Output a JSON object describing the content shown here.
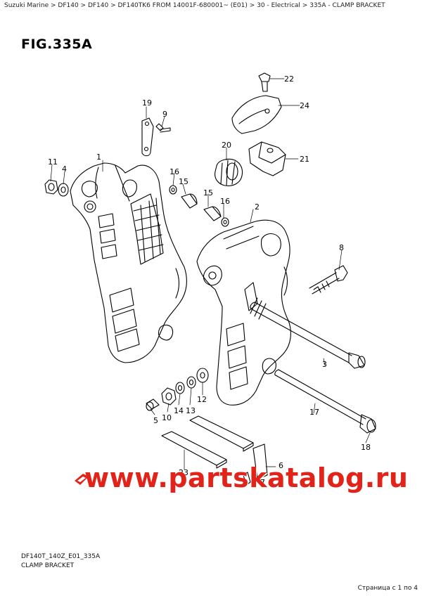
{
  "breadcrumb": "Suzuki Marine > DF140 > DF140 > DF140TK6 FROM 14001F-680001~ (E01) > 30 - Electrical > 335A - CLAMP BRACKET",
  "figure_title": "FIG.335A",
  "callouts": [
    "1",
    "2",
    "3",
    "4",
    "5",
    "6",
    "7",
    "8",
    "9",
    "10",
    "11",
    "12",
    "13",
    "14",
    "15",
    "15",
    "16",
    "16",
    "17",
    "18",
    "19",
    "20",
    "21",
    "22",
    "23",
    "24"
  ],
  "footer": {
    "code": "DF140T_140Z_E01_335A",
    "name": "CLAMP BRACKET",
    "page_count": "Страница с 1 по 4"
  },
  "watermark": {
    "text": "www.partskatalog.ru",
    "color": "#e2231a"
  }
}
